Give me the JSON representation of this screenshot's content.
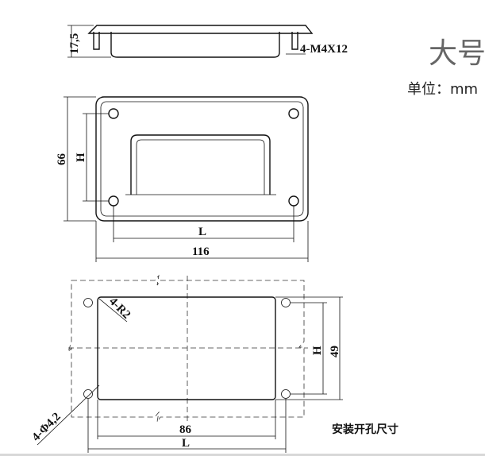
{
  "title": "大号",
  "unit_label": "单位：mm",
  "side_view": {
    "height_dim": "17,5",
    "screw_note": "4-M4X12"
  },
  "front_view": {
    "height_dim": "66",
    "hole_height": "H",
    "hole_length": "L",
    "width_dim": "116"
  },
  "cutout_view": {
    "caption": "安装开孔尺寸",
    "corner_radius": "4-R2",
    "hole_dia": "4-Φ4,2",
    "cut_width": "86",
    "cut_height": "49",
    "hole_height": "H",
    "hole_length": "L"
  }
}
